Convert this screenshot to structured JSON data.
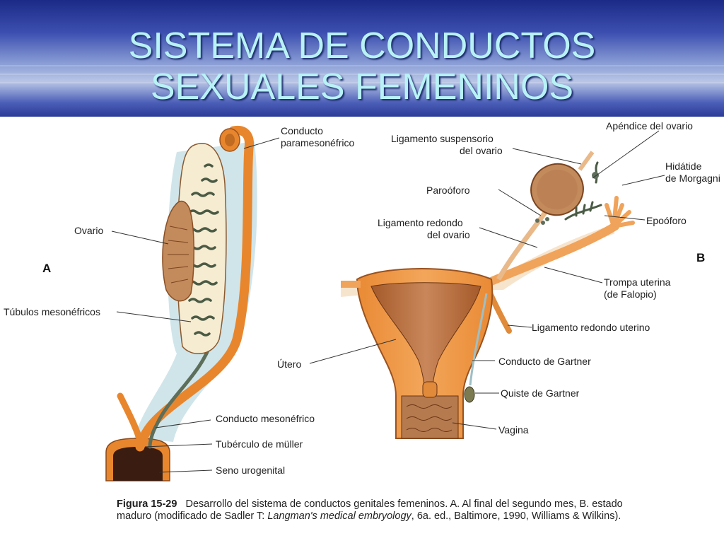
{
  "title": {
    "line1": "SISTEMA DE CONDUCTOS",
    "line2": "SEXUALES FEMENINOS"
  },
  "panels": {
    "a": "A",
    "b": "B"
  },
  "labels_a": {
    "conducto_paramesonefrico_1": "Conducto",
    "conducto_paramesonefrico_2": "paramesonéfrico",
    "ovario": "Ovario",
    "tubulos": "Túbulos mesonéfricos",
    "conducto_mesonefrico": "Conducto mesonéfrico",
    "tuberculo": "Tubérculo de müller",
    "seno": "Seno urogenital"
  },
  "labels_b": {
    "lig_suspensorio_1": "Ligamento suspensorio",
    "lig_suspensorio_2": "del ovario",
    "apendice": "Apéndice del ovario",
    "hidatide_1": "Hidátide",
    "hidatide_2": "de Morgagni",
    "paraooforo": "Paroóforo",
    "epooforo": "Epoóforo",
    "lig_redondo_ovario_1": "Ligamento redondo",
    "lig_redondo_ovario_2": "del ovario",
    "trompa_1": "Trompa uterina",
    "trompa_2": "(de Falopio)",
    "lig_redondo_uterino": "Ligamento redondo uterino",
    "utero": "Útero",
    "conducto_gartner": "Conducto de Gartner",
    "quiste_gartner": "Quiste de Gartner",
    "vagina": "Vagina"
  },
  "caption": {
    "figure_label": "Figura 15-29",
    "text_1": "Desarrollo del sistema de conductos genitales femeninos. A. Al final del segundo mes, B. estado maduro (modificado de Sadler T: ",
    "text_italic": "Langman's medical embryology",
    "text_2": ", 6a. ed., Baltimore, 1990, Williams & Wilkins)."
  },
  "colors": {
    "orange_duct": "#e8862e",
    "orange_light": "#f2a95a",
    "ovary_brown": "#b0744a",
    "tubule_dark": "#4a5a44",
    "cream": "#f6ecd2",
    "title": "#b8f2f5"
  }
}
